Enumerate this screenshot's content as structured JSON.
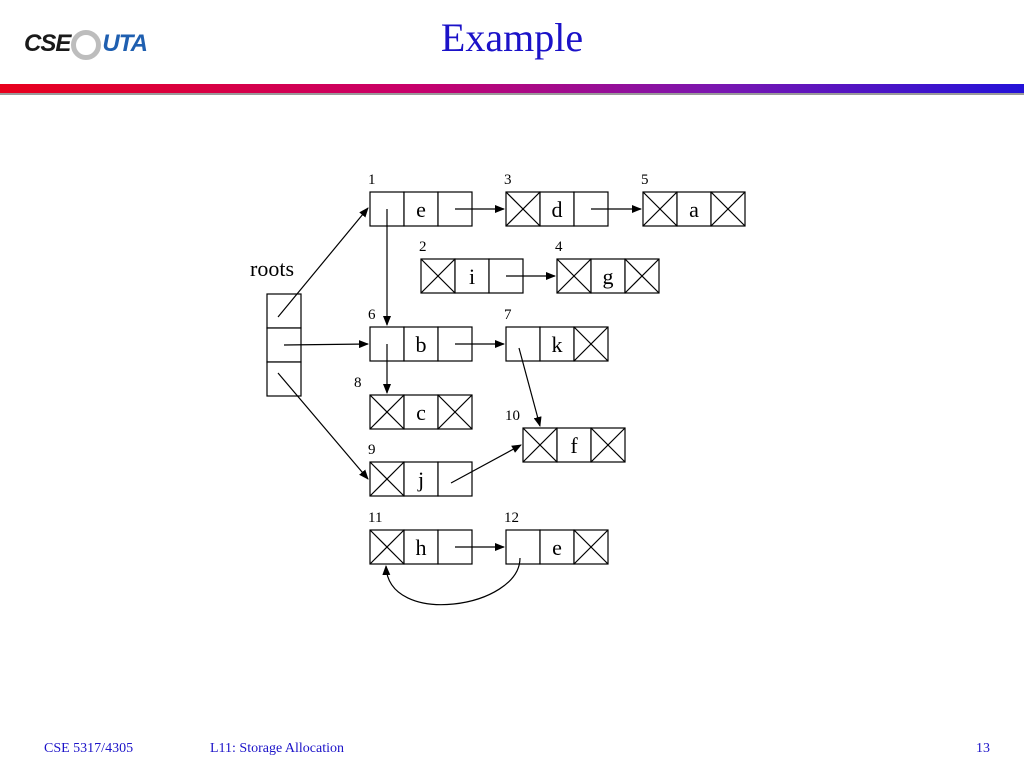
{
  "slide": {
    "title": "Example",
    "logo": {
      "left": "CSE",
      "right": "UTA"
    },
    "footer": {
      "course": "CSE 5317/4305",
      "lecture": "L11: Storage Allocation",
      "page": "13"
    }
  },
  "diagram": {
    "roots_label": "roots",
    "nodes": [
      {
        "id": "1",
        "number": "1",
        "letter": "e"
      },
      {
        "id": "2",
        "number": "2",
        "letter": "i"
      },
      {
        "id": "3",
        "number": "3",
        "letter": "d"
      },
      {
        "id": "4",
        "number": "4",
        "letter": "g"
      },
      {
        "id": "5",
        "number": "5",
        "letter": "a"
      },
      {
        "id": "6",
        "number": "6",
        "letter": "b"
      },
      {
        "id": "7",
        "number": "7",
        "letter": "k"
      },
      {
        "id": "8",
        "number": "8",
        "letter": "c"
      },
      {
        "id": "9",
        "number": "9",
        "letter": "j"
      },
      {
        "id": "10",
        "number": "10",
        "letter": "f"
      },
      {
        "id": "11",
        "number": "11",
        "letter": "h"
      },
      {
        "id": "12",
        "number": "12",
        "letter": "e"
      }
    ],
    "edges": [
      {
        "from": "root-0",
        "to": "1"
      },
      {
        "from": "root-1",
        "to": "6"
      },
      {
        "from": "root-2",
        "to": "9"
      },
      {
        "from": "1",
        "to": "3"
      },
      {
        "from": "1",
        "to": "6"
      },
      {
        "from": "3",
        "to": "5"
      },
      {
        "from": "2",
        "to": "4"
      },
      {
        "from": "6",
        "to": "7"
      },
      {
        "from": "6",
        "to": "8"
      },
      {
        "from": "7",
        "to": "10"
      },
      {
        "from": "9",
        "to": "10"
      },
      {
        "from": "11",
        "to": "12"
      },
      {
        "from": "12",
        "to": "11"
      }
    ]
  }
}
